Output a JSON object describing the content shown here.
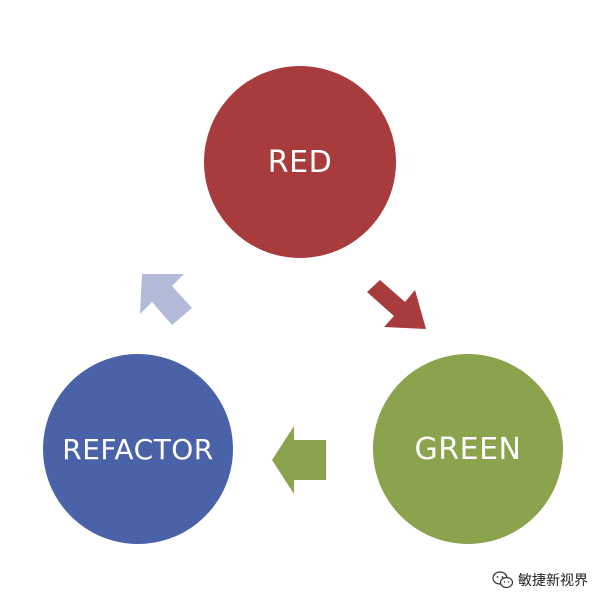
{
  "diagram": {
    "nodes": [
      {
        "id": "red",
        "label": "RED",
        "color": "#a83c3c"
      },
      {
        "id": "green",
        "label": "GREEN",
        "color": "#8aa34c"
      },
      {
        "id": "refactor",
        "label": "REFACTOR",
        "color": "#4a63a8"
      }
    ],
    "edges": [
      {
        "from": "red",
        "to": "green",
        "color": "#a83c3c"
      },
      {
        "from": "green",
        "to": "refactor",
        "color": "#8aa34c"
      },
      {
        "from": "refactor",
        "to": "red",
        "color": "#b3bbd9"
      }
    ]
  },
  "watermark": {
    "text": "敏捷新视界",
    "icon": "wechat-icon"
  }
}
